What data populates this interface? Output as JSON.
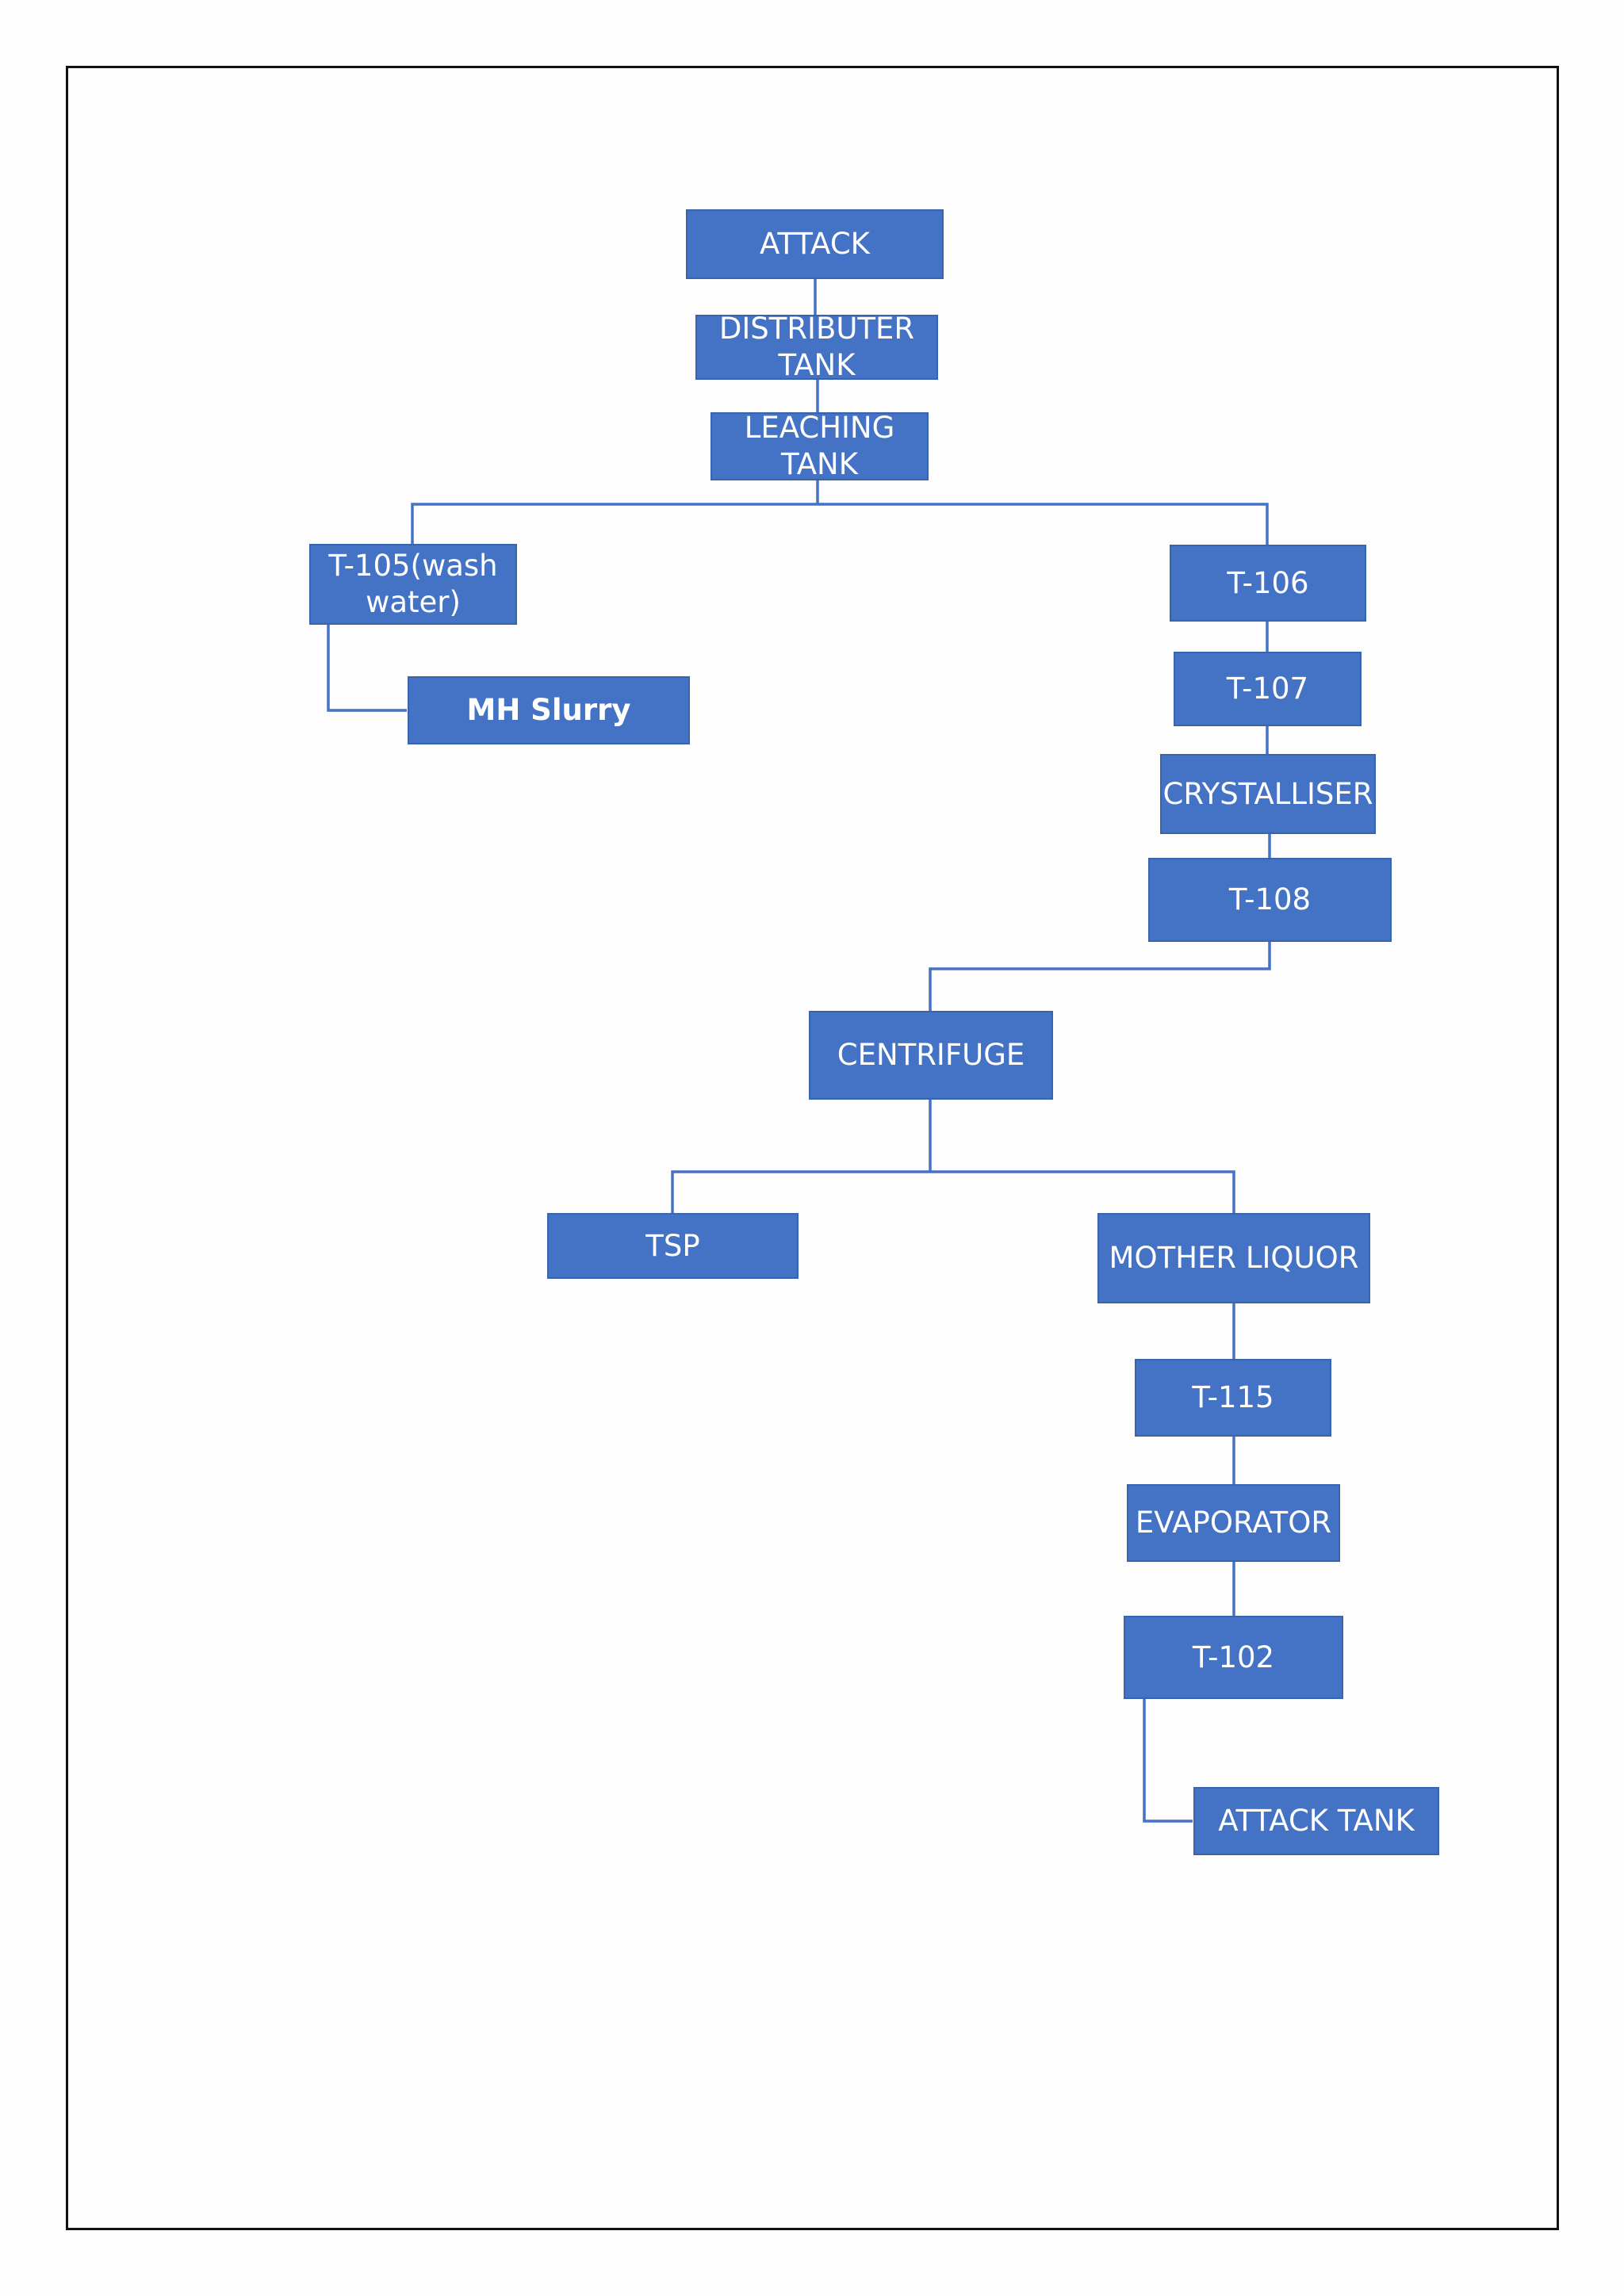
{
  "colors": {
    "box_fill": "#4472c4",
    "box_border": "#3a63ad",
    "line": "#4472c4",
    "text": "#ffffff"
  },
  "nodes": {
    "attack": "ATTACK",
    "distributer_tank": "DISTRIBUTER\nTANK",
    "leaching_tank": "LEACHING TANK",
    "t105": "T-105(wash\nwater)",
    "mh_slurry": "MH Slurry",
    "t106": "T-106",
    "t107": "T-107",
    "crystalliser": "CRYSTALLISER",
    "t108": "T-108",
    "centrifuge": "CENTRIFUGE",
    "tsp": "TSP",
    "mother_liquor": "MOTHER LIQUOR",
    "t115": "T-115",
    "evaporator": "EVAPORATOR",
    "t102": "T-102",
    "attack_tank": "ATTACK TANK"
  },
  "edges": [
    [
      "attack",
      "distributer_tank"
    ],
    [
      "distributer_tank",
      "leaching_tank"
    ],
    [
      "leaching_tank",
      "t105"
    ],
    [
      "leaching_tank",
      "t106"
    ],
    [
      "t105",
      "mh_slurry"
    ],
    [
      "t106",
      "t107"
    ],
    [
      "t107",
      "crystalliser"
    ],
    [
      "crystalliser",
      "t108"
    ],
    [
      "t108",
      "centrifuge"
    ],
    [
      "centrifuge",
      "tsp"
    ],
    [
      "centrifuge",
      "mother_liquor"
    ],
    [
      "mother_liquor",
      "t115"
    ],
    [
      "t115",
      "evaporator"
    ],
    [
      "evaporator",
      "t102"
    ],
    [
      "t102",
      "attack_tank"
    ]
  ]
}
